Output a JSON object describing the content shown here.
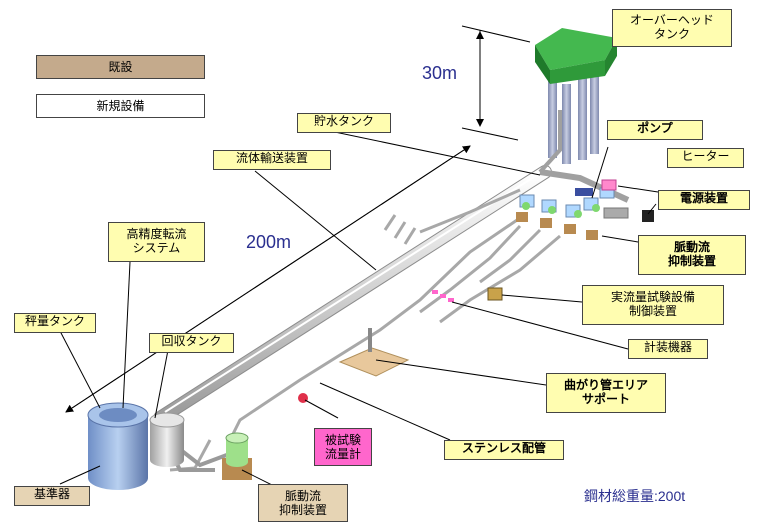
{
  "legend": {
    "existing": "既設",
    "new": "新規設備"
  },
  "dimensions": {
    "height": "30m",
    "length": "200m"
  },
  "labels": {
    "overhead_tank": [
      "オーバーヘッド",
      "タンク"
    ],
    "storage_tank": "貯水タンク",
    "pump": "ポンプ",
    "heater": "ヒーター",
    "power_unit": "電源装置",
    "pulsation_damper_top": [
      "脈動流",
      "抑制装置"
    ],
    "fluid_transport": "流体輸送装置",
    "high_precision_diverter": [
      "高精度転流",
      "システム"
    ],
    "flow_test_control": [
      "実流量試験設備",
      "制御装置"
    ],
    "weighing_tank": "秤量タンク",
    "recovery_tank": "回収タンク",
    "instrumentation": "計装機器",
    "bent_pipe_area": [
      "曲がり管エリア",
      "サポート"
    ],
    "test_flowmeter": [
      "被試験",
      "流量計"
    ],
    "stainless_piping": "ステンレス配管",
    "reference_device": "基準器",
    "pulsation_damper_bottom": [
      "脈動流",
      "抑制装置"
    ]
  },
  "steel_weight": "鋼材総重量:200t",
  "colors": {
    "callout_yellow": "#fffdb0",
    "existing_tan": "#c4aa8c",
    "tower_green": "#2f9a3a",
    "leg_blue": "#9aa3c4",
    "annotation_blue": "#2a2f8f",
    "highlight_pink": "#ff66cc"
  }
}
